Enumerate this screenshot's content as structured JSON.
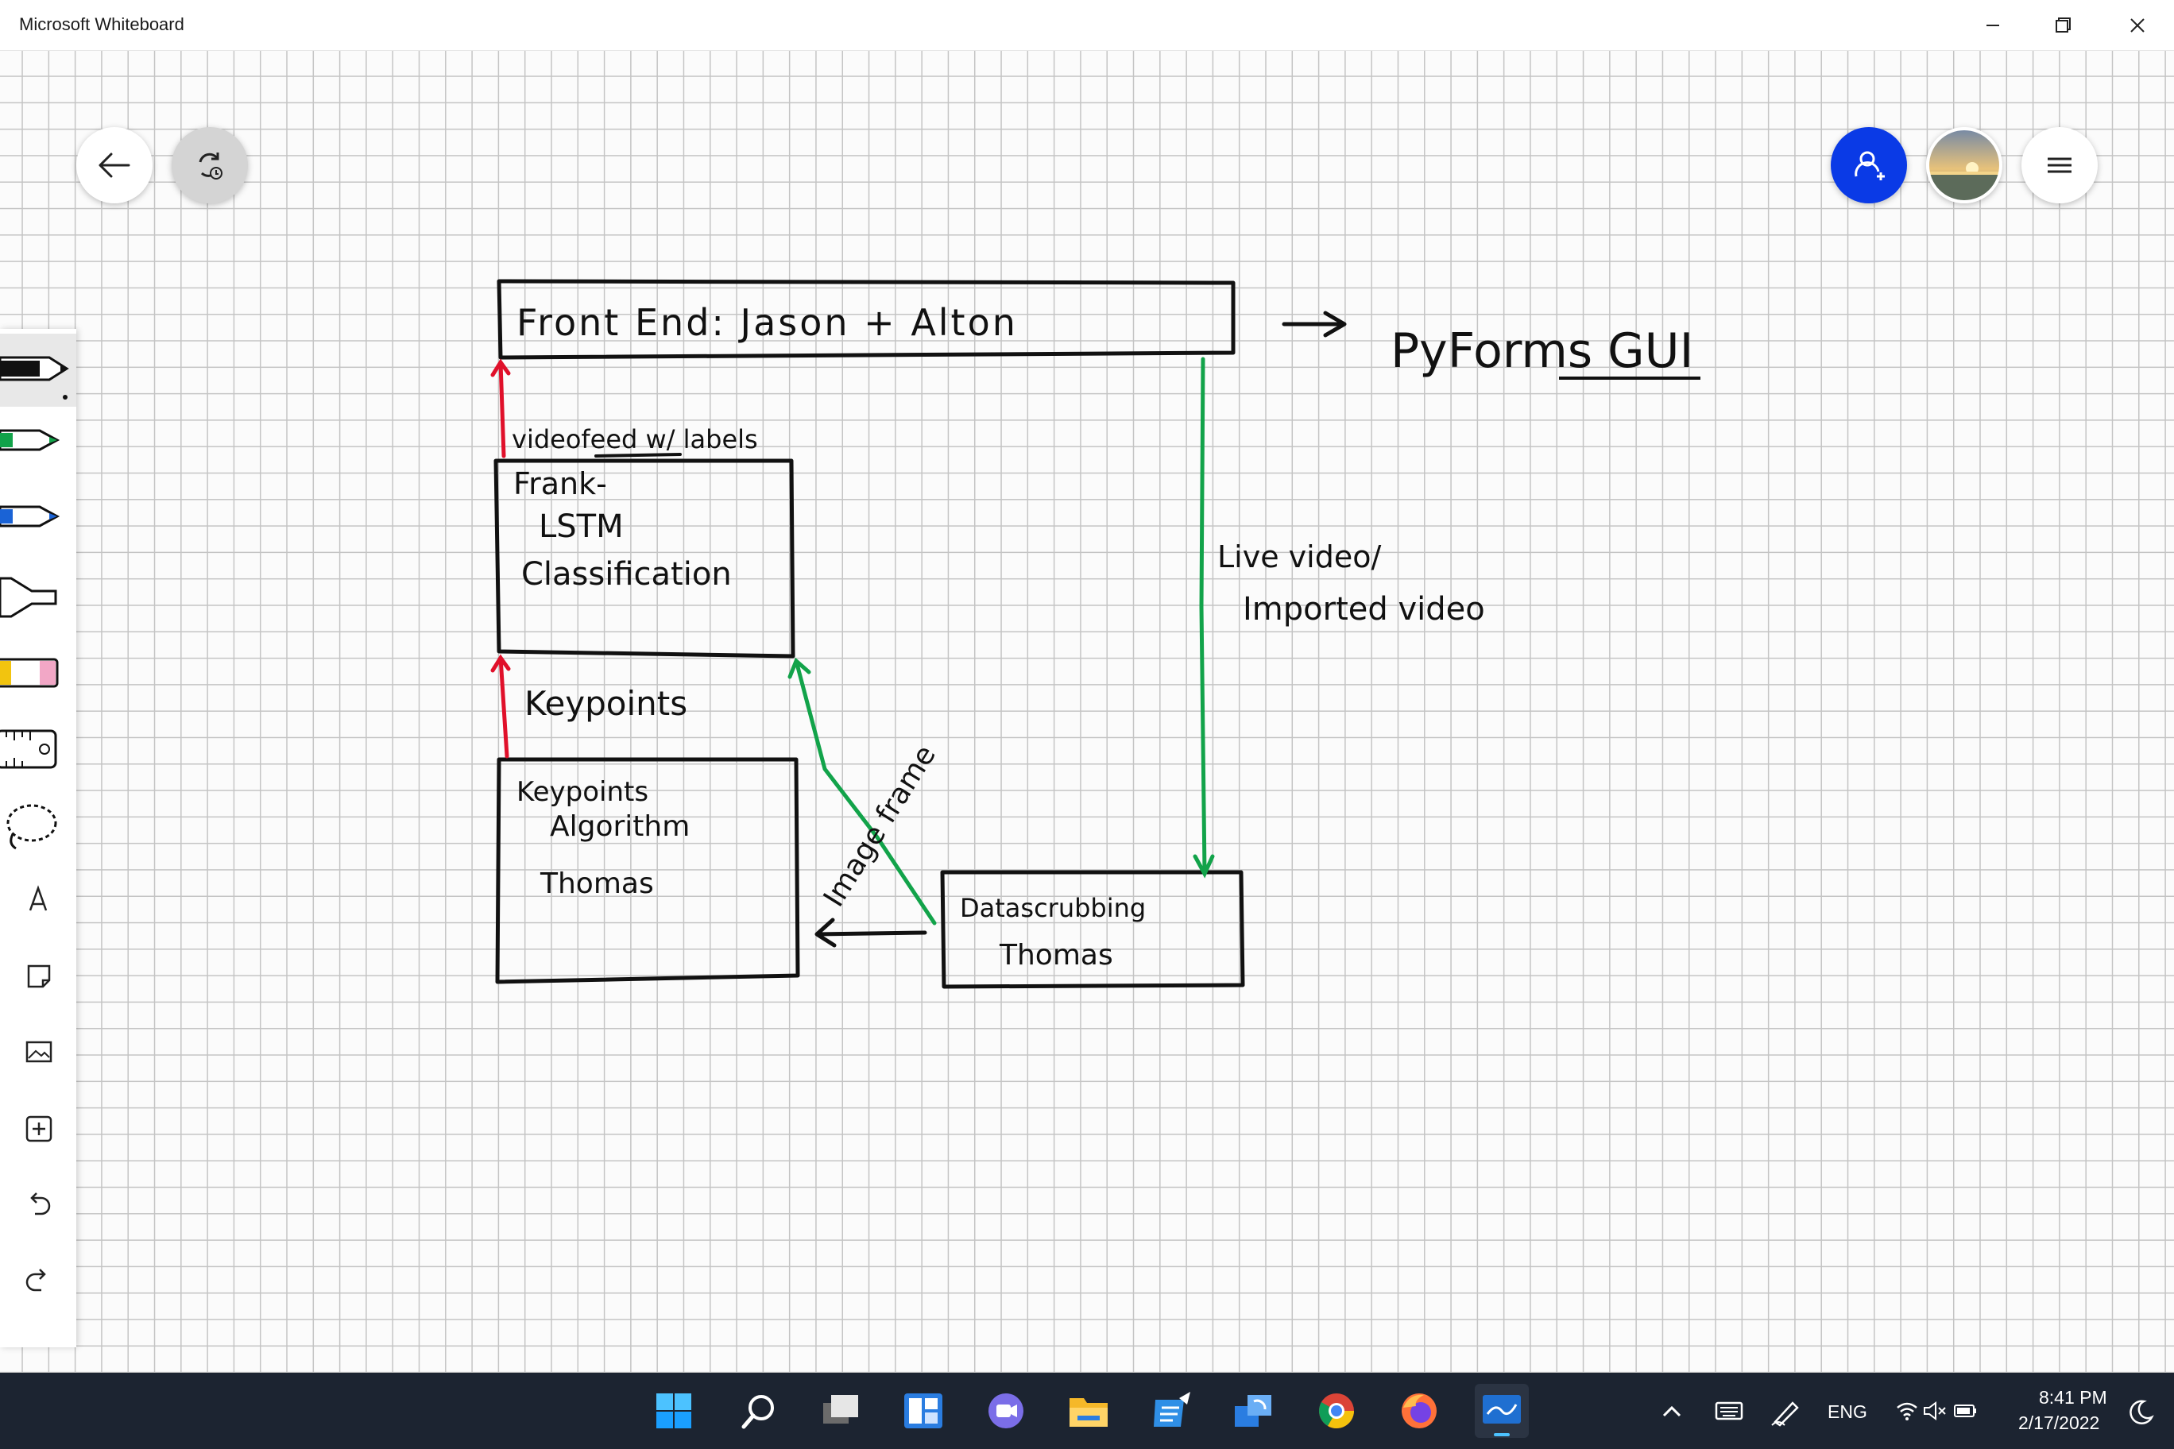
{
  "window": {
    "title": "Microsoft Whiteboard"
  },
  "whiteboard": {
    "front_end_label": "Front End: Jason + Alton",
    "pyforms_label": "PyForms GUI",
    "videofeed_label": "videofeed w/ labels",
    "frank_box": {
      "line1": "Frank-",
      "line2": "LSTM",
      "line3": "Classification"
    },
    "keypoints_arrow_label": "Keypoints",
    "keypoints_box": {
      "line1": "Keypoints",
      "line2": "Algorithm",
      "line3": "Thomas"
    },
    "live_video_label": {
      "line1": "Live video/",
      "line2": "Imported video"
    },
    "image_frame_label": "Image frame",
    "datascrubbing_box": {
      "line1": "Datascrubbing",
      "line2": "Thomas"
    }
  },
  "toolbar": {
    "tools": [
      "pen-black",
      "pen-green",
      "pen-blue",
      "highlighter",
      "eraser",
      "ruler",
      "lasso",
      "text",
      "note",
      "image",
      "insert",
      "undo",
      "redo"
    ]
  },
  "tray": {
    "language": "ENG",
    "time": "8:41 PM",
    "date": "2/17/2022"
  },
  "colors": {
    "red_arrow": "#e0102a",
    "green_arrow": "#12a34a",
    "invite_button": "#0a3ae6",
    "taskbar": "#1c2431"
  }
}
